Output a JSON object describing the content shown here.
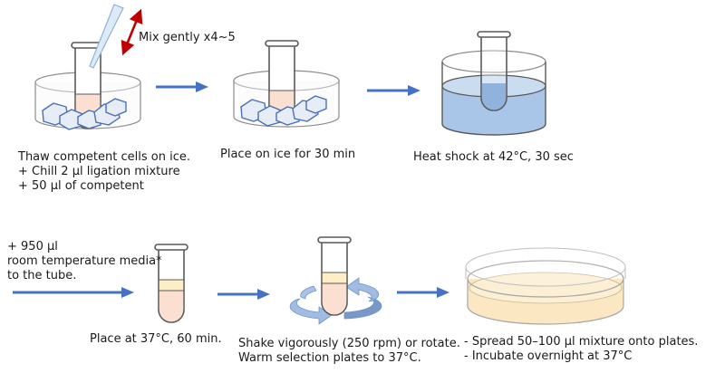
{
  "colors": {
    "arrow_blue": "#4472c4",
    "double_arrow_red": "#c00000",
    "cells_peach": "#fbe0d2",
    "water_blue": "#a9c6e8",
    "agar_yellow": "#fbe8c2",
    "ice_fill": "#e7edf7",
    "ice_outline": "#4a6fb5",
    "rotate_arrow_blue": "#8fb0dd"
  },
  "steps": {
    "thaw": {
      "lines": [
        "Thaw competent cells on ice.",
        " + Chill 2 μl ligation mixture",
        " + 50 μl of competent"
      ],
      "annotation": "Mix gently  x4~5",
      "icons": [
        "pipette-tip-icon",
        "double-headed-arrow-icon",
        "ice-bath-icon",
        "tube-icon"
      ]
    },
    "ice": {
      "lines": [
        "Place on ice for 30 min"
      ],
      "icons": [
        "ice-bath-icon",
        "tube-icon"
      ]
    },
    "heat": {
      "lines": [
        "Heat shock at 42°C,  30 sec"
      ],
      "icons": [
        "water-bath-icon",
        "tube-icon"
      ]
    },
    "media": {
      "lines": [
        "+ 950 μl",
        "room temperature media*",
        "to the tube."
      ]
    },
    "incubate": {
      "lines": [
        "Place at 37°C, 60 min."
      ],
      "icons": [
        "tube-icon"
      ]
    },
    "shake": {
      "lines": [
        "Shake vigorously (250 rpm) or rotate.",
        "Warm selection plates to 37°C."
      ],
      "icons": [
        "tube-icon",
        "rotation-arrows-icon"
      ]
    },
    "spread": {
      "lines": [
        "- Spread 50–100 μl mixture onto plates.",
        "- Incubate overnight at 37°C"
      ],
      "icons": [
        "petri-dish-icon"
      ]
    }
  }
}
